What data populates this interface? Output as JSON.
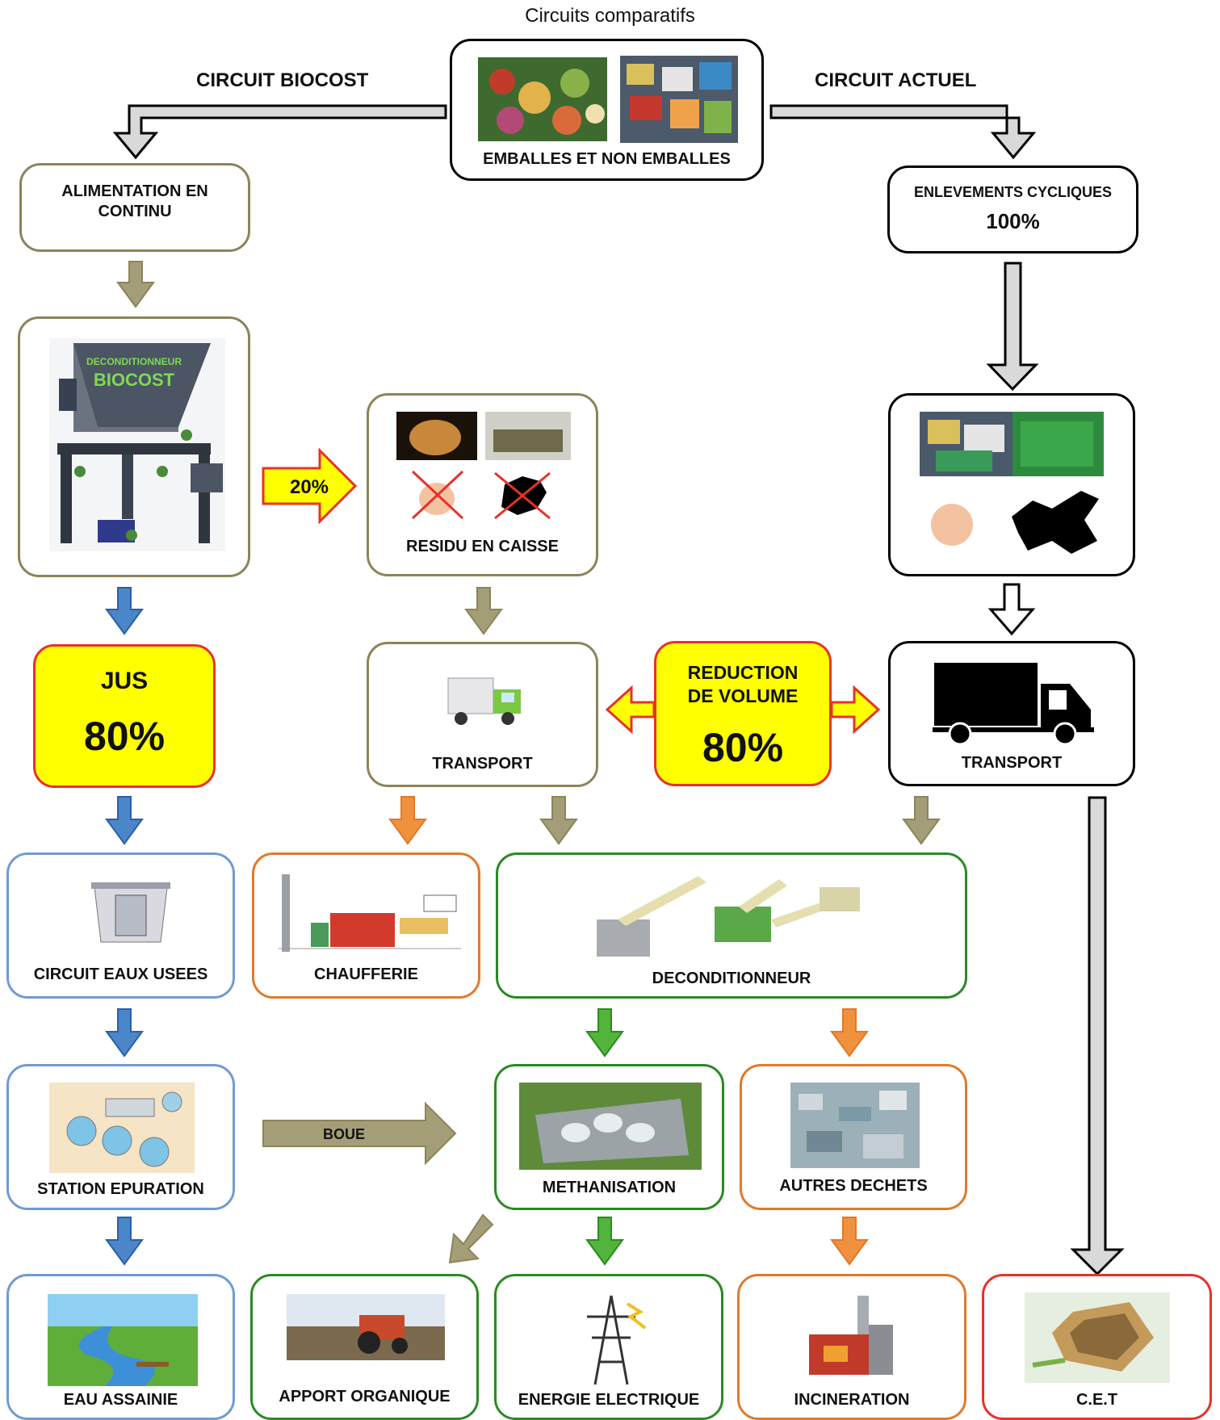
{
  "title": "Circuits comparatifs",
  "left_heading": "CIRCUIT BIOCOST",
  "right_heading": "CIRCUIT ACTUEL",
  "nodes": {
    "source": "EMBALLES ET NON EMBALLES",
    "alimentation": "ALIMENTATION EN CONTINU",
    "machine_small": "DECONDITIONNEUR",
    "machine_big": "BIOCOST",
    "residu": "RESIDU EN CAISSE",
    "jus_label": "JUS",
    "jus_pct": "80%",
    "transport_left": "TRANSPORT",
    "reduction_label": "REDUCTION DE VOLUME",
    "reduction_pct": "80%",
    "transport_right": "TRANSPORT",
    "enlevements": "ENLEVEMENTS CYCLIQUES",
    "enlevements_pct": "100%",
    "eaux_usees": "CIRCUIT EAUX USEES",
    "chaufferie": "CHAUFFERIE",
    "deconditionneur": "DECONDITIONNEUR",
    "station": "STATION EPURATION",
    "methanisation": "METHANISATION",
    "autres": "AUTRES DECHETS",
    "eau": "EAU ASSAINIE",
    "apport": "APPORT ORGANIQUE",
    "energie": "ENERGIE ELECTRIQUE",
    "incineration": "INCINERATION",
    "cet": "C.E.T"
  },
  "arrow_labels": {
    "residu_pct": "20%",
    "boue": "BOUE"
  },
  "colors": {
    "olive": "#8c8459",
    "olive_fill": "#a39e78",
    "blue": "#6f9bd3",
    "blue_fill": "#4a86c8",
    "orange": "#e2792a",
    "orange_fill": "#f0913e",
    "green": "#2a8a23",
    "green_fill": "#53b43b",
    "red": "#e8312a",
    "yellow": "#ffff00",
    "grey_fill": "#d9d9d9"
  }
}
